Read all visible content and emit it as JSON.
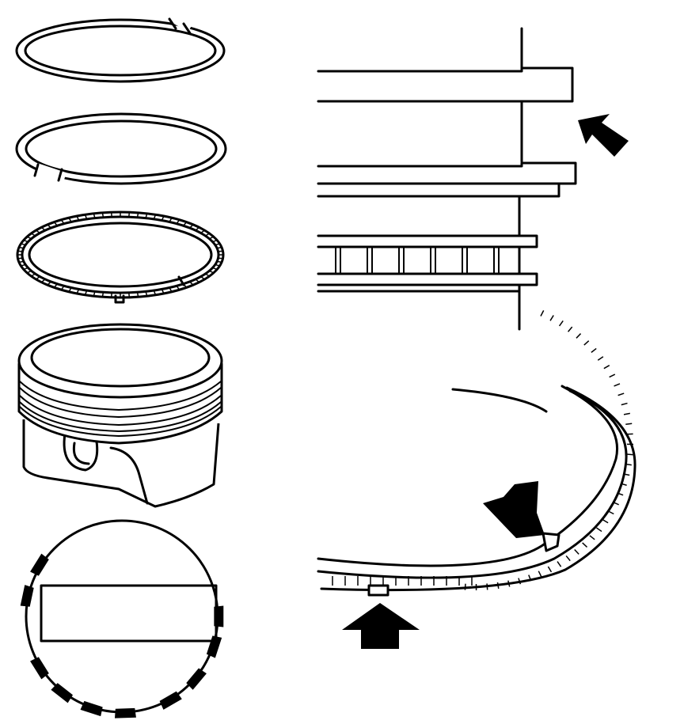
{
  "colors": {
    "line": "#000000",
    "background": "#ffffff"
  },
  "components": [
    {
      "name": "top-compression-ring",
      "icon": "ring-icon"
    },
    {
      "name": "second-compression-ring",
      "icon": "ring-icon"
    },
    {
      "name": "oil-control-ring",
      "icon": "ribbed-ring-icon"
    },
    {
      "name": "piston",
      "icon": "piston-icon"
    },
    {
      "name": "ring-gap-orientation-view",
      "icon": "circle-icon"
    }
  ],
  "callouts": [
    {
      "name": "groove-cross-section-arrow",
      "icon": "arrow-icon"
    },
    {
      "name": "ring-gap-arrow",
      "icon": "arrow-icon"
    },
    {
      "name": "expander-gap-arrow",
      "icon": "arrow-icon"
    }
  ]
}
